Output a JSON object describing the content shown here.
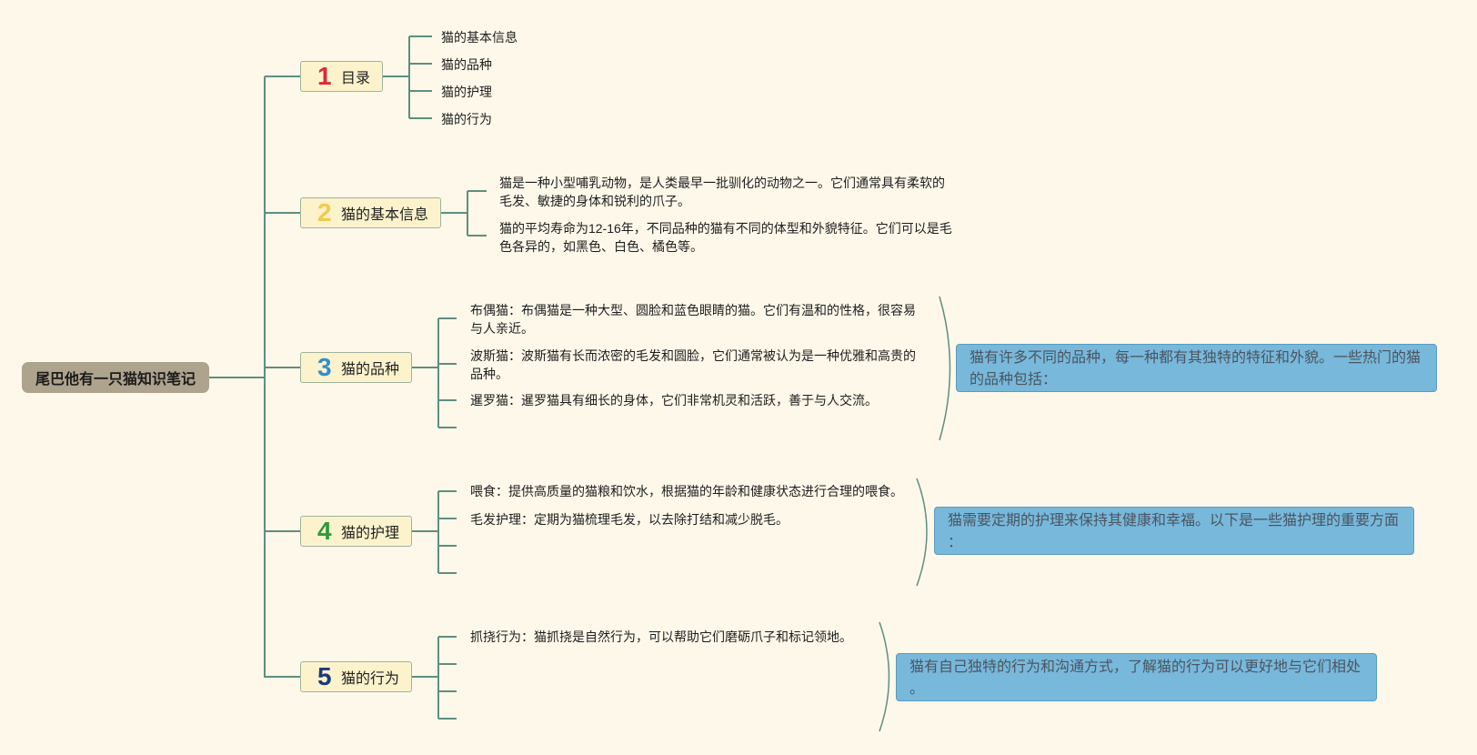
{
  "root": {
    "label": "尾巴他有一只猫知识笔记"
  },
  "topics": [
    {
      "number": "1",
      "label": "目录",
      "number_color": "#d92b3a",
      "children": [
        "猫的基本信息",
        "猫的品种",
        "猫的护理",
        "猫的行为"
      ]
    },
    {
      "number": "2",
      "label": "猫的基本信息",
      "number_color": "#f2c94c",
      "children": [
        [
          "猫是一种小型哺乳动物，是人类最早一批驯化的动物之一。它们通常具有柔软的",
          "毛发、敏捷的身体和锐利的爪子。"
        ],
        [
          "猫的平均寿命为12-16年，不同品种的猫有不同的体型和外貌特征。它们可以是毛",
          "色各异的，如黑色、白色、橘色等。"
        ]
      ]
    },
    {
      "number": "3",
      "label": "猫的品种",
      "number_color": "#2f8fd0",
      "children": [
        [
          "布偶猫：布偶猫是一种大型、圆脸和蓝色眼睛的猫。它们有温和的性格，很容易",
          "与人亲近。"
        ],
        [
          "波斯猫：波斯猫有长而浓密的毛发和圆脸，它们通常被认为是一种优雅和高贵的",
          "品种。"
        ],
        [
          "暹罗猫：暹罗猫具有细长的身体，它们非常机灵和活跃，善于与人交流。"
        ],
        []
      ],
      "summary": [
        "猫有许多不同的品种，每一种都有其独特的特征和外貌。一些热门的猫",
        "的品种包括："
      ]
    },
    {
      "number": "4",
      "label": "猫的护理",
      "number_color": "#2e9a3a",
      "children": [
        [
          "喂食：提供高质量的猫粮和饮水，根据猫的年龄和健康状态进行合理的喂食。"
        ],
        [
          "毛发护理：定期为猫梳理毛发，以去除打结和减少脱毛。"
        ],
        [],
        []
      ],
      "summary": [
        "猫需要定期的护理来保持其健康和幸福。以下是一些猫护理的重要方面",
        "："
      ]
    },
    {
      "number": "5",
      "label": "猫的行为",
      "number_color": "#1f3a7a",
      "children": [
        [
          "抓挠行为：猫抓挠是自然行为，可以帮助它们磨砺爪子和标记领地。"
        ],
        [],
        [],
        []
      ],
      "summary": [
        "猫有自己独特的行为和沟通方式，了解猫的行为可以更好地与它们相处",
        "。"
      ]
    }
  ],
  "colors": {
    "line": "#5e8f80",
    "background": "#fdf8ea",
    "root": "#aea38d",
    "topic": "#fcf3cc",
    "note": "#78b8db"
  }
}
